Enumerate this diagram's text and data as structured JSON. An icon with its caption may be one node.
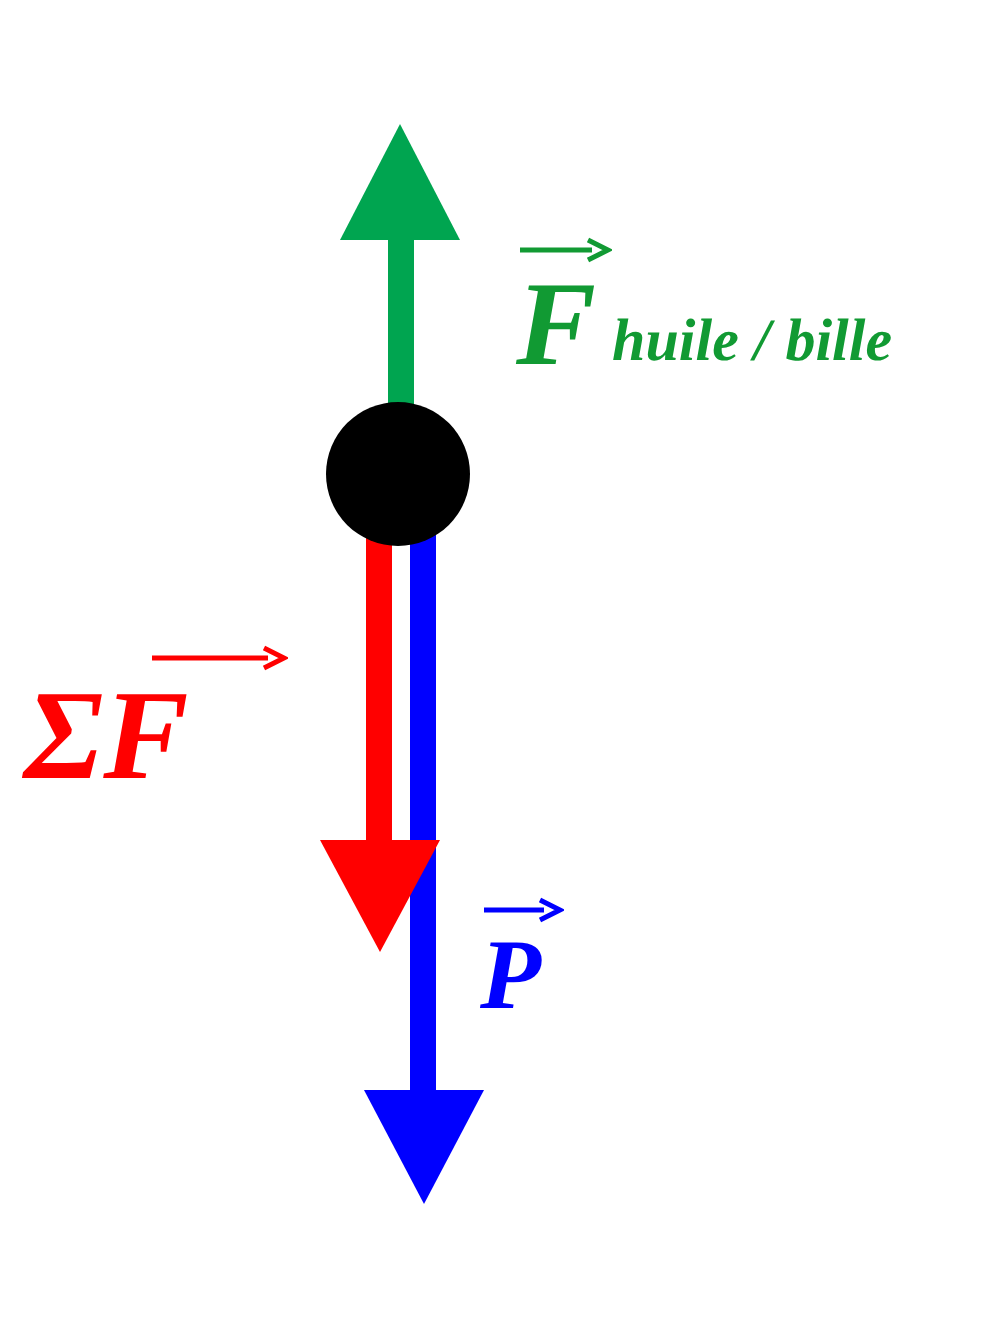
{
  "diagram": {
    "labels": [
      "F$_{huile / bille}$",
      "ΣF",
      "P"
    ]
  }
}
